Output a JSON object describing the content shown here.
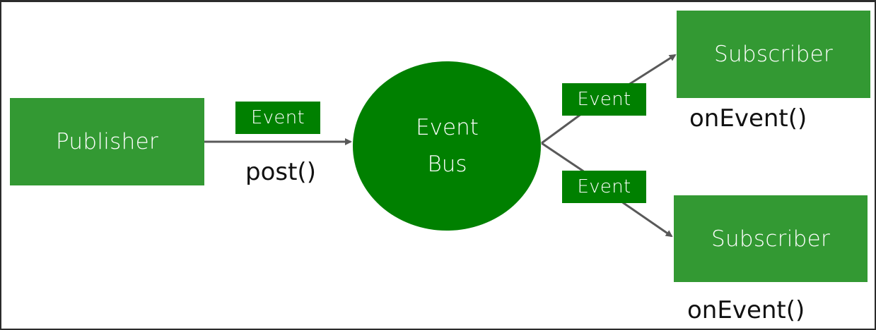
{
  "colors": {
    "box_fill": "#339933",
    "bus_fill": "#008000",
    "arrow": "#595959",
    "text_light": "#ffffff",
    "text_dark": "#111111"
  },
  "publisher": {
    "label": "Publisher"
  },
  "event_bus": {
    "line1": "Event",
    "line2": "Bus"
  },
  "events": [
    {
      "label": "Event"
    },
    {
      "label": "Event"
    },
    {
      "label": "Event"
    }
  ],
  "post_call": "post()",
  "subscribers": [
    {
      "label": "Subscriber",
      "callback": "onEvent()"
    },
    {
      "label": "Subscriber",
      "callback": "onEvent()"
    }
  ]
}
